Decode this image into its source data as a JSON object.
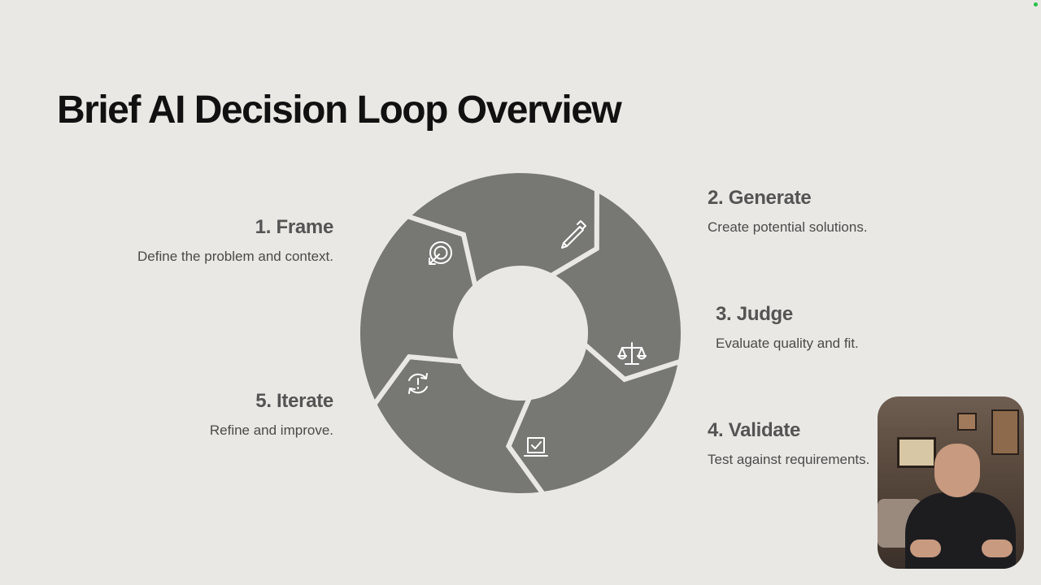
{
  "title": "Brief AI Decision Loop Overview",
  "steps": [
    {
      "heading": "1. Frame",
      "desc": "Define the problem and context.",
      "icon": "target-icon"
    },
    {
      "heading": "2. Generate",
      "desc": "Create potential solutions.",
      "icon": "pencil-icon"
    },
    {
      "heading": "3. Judge",
      "desc": "Evaluate quality and fit.",
      "icon": "scale-icon"
    },
    {
      "heading": "4. Validate",
      "desc": "Test against requirements.",
      "icon": "checkbox-icon"
    },
    {
      "heading": "5. Iterate",
      "desc": "Refine and improve.",
      "icon": "refresh-alert-icon"
    }
  ],
  "colors": {
    "background": "#e9e8e4",
    "segment": "#777773",
    "icon": "#ffffff"
  }
}
